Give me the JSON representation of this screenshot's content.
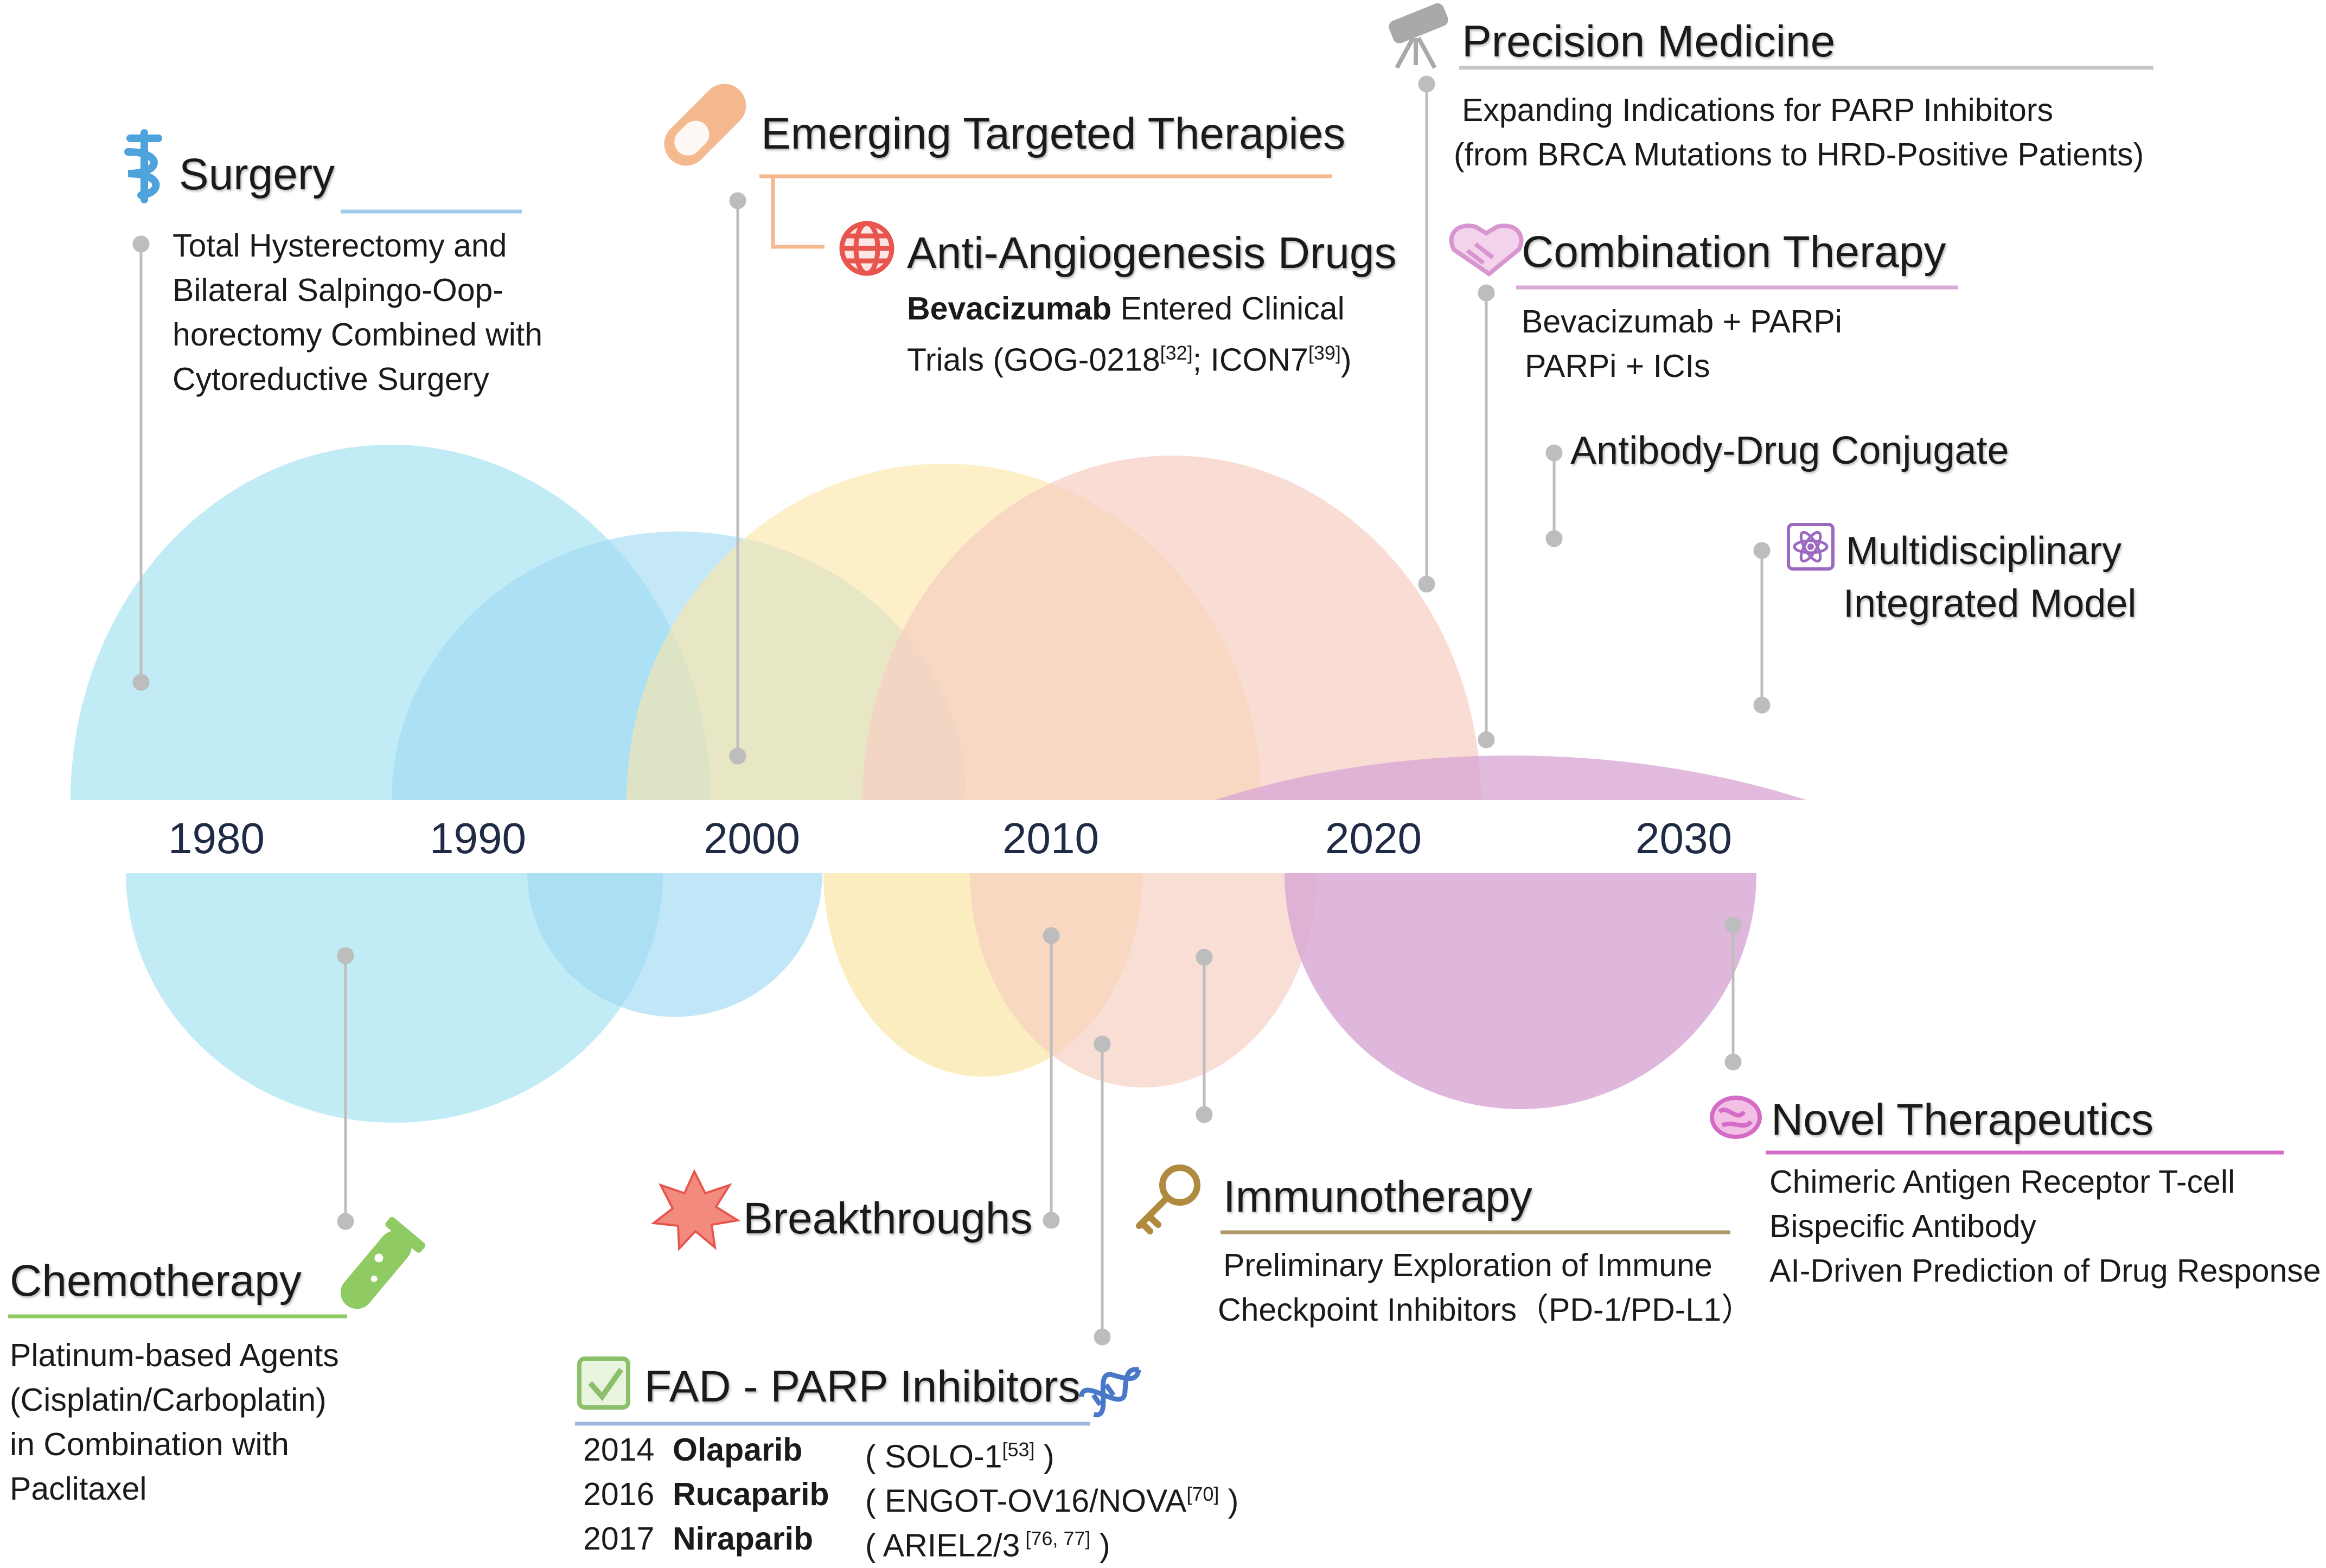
{
  "timeline": {
    "years": [
      "1980",
      "1990",
      "2000",
      "2010",
      "2020",
      "2030"
    ]
  },
  "colors": {
    "surgery": "#9fcdea",
    "chemo": "#8fcb62",
    "targeted": "#f4b98e",
    "angio": "#e8544e",
    "precision": "#c8c8c8",
    "combination": "#d8a8d6",
    "novel": "#d46bc6",
    "immuno": "#b09a6a",
    "fad": "#8bbf6a",
    "cyan": "#b6e9f3",
    "blue": "#9ed8f3",
    "yellow": "#fbe6a8",
    "pink": "#f6cdc0",
    "purple": "#d9a7d4"
  },
  "surgery": {
    "title": "Surgery",
    "lines": [
      "Total Hysterectomy and",
      "Bilateral Salpingo-Oop-",
      "horectomy Combined with",
      "Cytoreductive Surgery"
    ]
  },
  "targeted": {
    "title": "Emerging Targeted Therapies"
  },
  "angio": {
    "title": "Anti-Angiogenesis Drugs",
    "drug": "Bevacizumab",
    "line1_rest": " Entered Clinical",
    "line2_a": "Trials  (GOG-0218",
    "ref1": "[32]",
    "line2_b": "; ICON7",
    "ref2": "[39]",
    "line2_c": ")"
  },
  "precision": {
    "title": "Precision Medicine",
    "lines": [
      "Expanding Indications for PARP Inhibitors",
      "(from BRCA Mutations to HRD-Positive Patients)"
    ]
  },
  "combination": {
    "title": "Combination Therapy",
    "lines": [
      "Bevacizumab + PARPi",
      "PARPi +  ICIs"
    ]
  },
  "adc": {
    "title": "Antibody-Drug Conjugate"
  },
  "multi": {
    "line1": "Multidisciplinary",
    "line2": "Integrated Model"
  },
  "chemo": {
    "title": "Chemotherapy",
    "lines": [
      "Platinum-based Agents",
      "(Cisplatin/Carboplatin)",
      "in Combination with",
      "Paclitaxel"
    ]
  },
  "breakthroughs": {
    "title": "Breakthroughs"
  },
  "fad": {
    "title": "FAD - PARP  Inhibitors",
    "rows": [
      {
        "year": "2014",
        "drug": "Olaparib",
        "trial": "( SOLO-1",
        "ref": "[53]",
        "close": " )"
      },
      {
        "year": "2016",
        "drug": "Rucaparib",
        "trial": "( ENGOT-OV16/NOVA",
        "ref": "[70]",
        "close": " )"
      },
      {
        "year": "2017",
        "drug": "Niraparib",
        "trial": "( ARIEL2/3",
        "ref": " [76, 77]",
        "close": " )"
      }
    ]
  },
  "immuno": {
    "title": "Immunotherapy",
    "lines": [
      "Preliminary Exploration of Immune",
      "Checkpoint  Inhibitors（PD-1/PD-L1）"
    ]
  },
  "novel": {
    "title": "Novel Therapeutics",
    "lines": [
      "Chimeric Antigen Receptor T-cell",
      "Bispecific Antibody",
      "AI-Driven Prediction of Drug Response"
    ]
  }
}
